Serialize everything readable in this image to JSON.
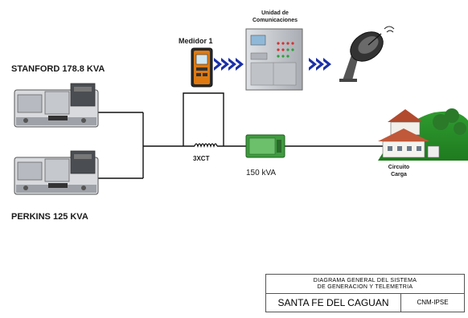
{
  "generators": {
    "stanford": {
      "label": "STANFORD 178.8 KVA"
    },
    "perkins": {
      "label": "PERKINS 125 KVA"
    }
  },
  "meter": {
    "label": "Medidor  1"
  },
  "comms_unit": {
    "label_line1": "Unidad  de",
    "label_line2": "Comunicaciones"
  },
  "ct": {
    "label": "3XCT"
  },
  "transformer": {
    "label": "150 kVA"
  },
  "load": {
    "label_line1": "Circuito",
    "label_line2": "Carga"
  },
  "title_block": {
    "line1": "DIAGRAMA  GENERAL  DEL  SISTEMA",
    "line2": "DE  GENERACION  Y  TELEMETRIA",
    "site": "SANTA FE DEL CAGUAN",
    "code": "CNM-IPSE"
  },
  "colors": {
    "wire": "#111111",
    "arrow_blue": "#1a2fa8",
    "transformer_green": "#3f9b3f",
    "meter_orange": "#e07a10",
    "panel_gray": "#c9ccd0"
  }
}
